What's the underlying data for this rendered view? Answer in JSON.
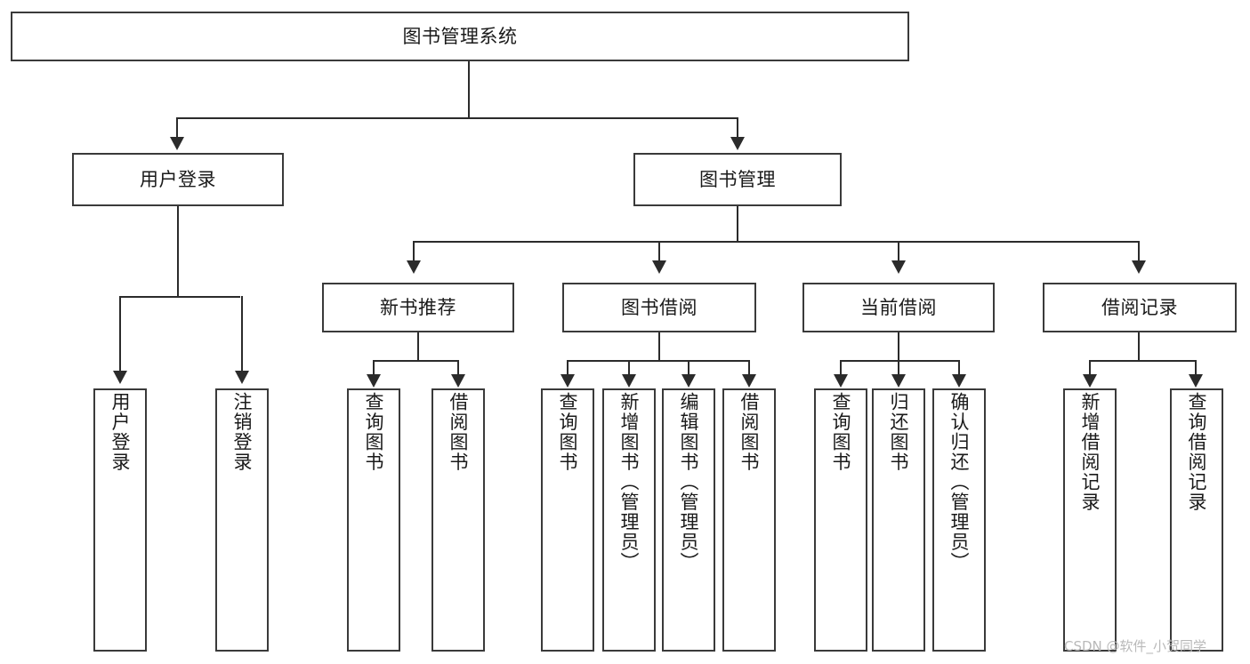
{
  "diagram": {
    "title": "图书管理系统",
    "watermark": "CSDN @软件_小贺同学",
    "accent_color": "#3a3a3a",
    "line_color": "#2b2b2b",
    "background_color": "#ffffff",
    "root": {
      "label": "图书管理系统"
    },
    "level2": [
      {
        "label": "用户登录"
      },
      {
        "label": "图书管理"
      }
    ],
    "level3": [
      {
        "label": "新书推荐"
      },
      {
        "label": "图书借阅"
      },
      {
        "label": "当前借阅"
      },
      {
        "label": "借阅记录"
      }
    ],
    "leaves": {
      "user_login": [
        {
          "label": "用户登录"
        },
        {
          "label": "注销登录"
        }
      ],
      "new_book": [
        {
          "label": "查询图书"
        },
        {
          "label": "借阅图书"
        }
      ],
      "book_borrow": [
        {
          "label": "查询图书"
        },
        {
          "label": "新增图书（管理员）"
        },
        {
          "label": "编辑图书（管理员）"
        },
        {
          "label": "借阅图书"
        }
      ],
      "current_borrow": [
        {
          "label": "查询图书"
        },
        {
          "label": "归还图书"
        },
        {
          "label": "确认归还（管理员）"
        }
      ],
      "borrow_record": [
        {
          "label": "新增借阅记录"
        },
        {
          "label": "查询借阅记录"
        }
      ]
    }
  }
}
